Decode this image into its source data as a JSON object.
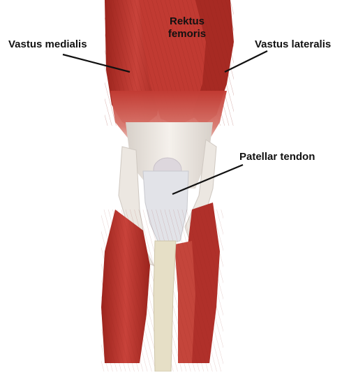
{
  "labels": {
    "vastus_medialis": "Vastus medialis",
    "rektus_line1": "Rektus",
    "rektus_line2": "femoris",
    "vastus_lateralis": "Vastus lateralis",
    "patellar_tendon": "Patellar tendon"
  },
  "colors": {
    "muscle": "#b8302a",
    "muscle_light": "#d2574c",
    "muscle_dark": "#8f2019",
    "tendon": "#f1ece6",
    "tendon_shade": "#d9d3cc",
    "bone": "#e8e2c8",
    "patella": "#d8d2d8",
    "leader_line": "#111111"
  }
}
